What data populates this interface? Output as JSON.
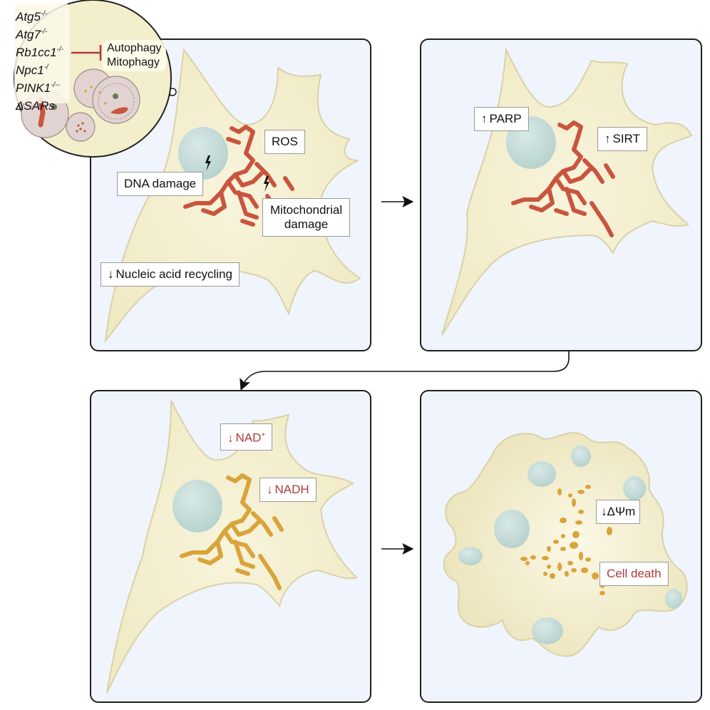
{
  "figure": {
    "colors": {
      "panel_bg": "#f0f4fc",
      "panel_border": "#1f1f1f",
      "cell_fill": "#f3eecb",
      "cell_stroke": "#d9d2a8",
      "nucleus": "#c5dcd8",
      "mito_healthy": "#c9553f",
      "mito_depleted": "#d9a43a",
      "inhibit_bar": "#b0393b",
      "red_text": "#b0393b"
    },
    "inset": {
      "genotypes": [
        {
          "name": "Atg5",
          "sup": "-/-"
        },
        {
          "name": "Atg7",
          "sup": "-/-"
        },
        {
          "name": "Rb1cc1",
          "sup": "-/-"
        },
        {
          "name": "Npc1",
          "sup": "-/"
        },
        {
          "name": "PINK1",
          "sup": "-/--"
        },
        {
          "name": "ΔSARs",
          "sup": ""
        }
      ],
      "inhibition_icon": "inhibition-bar-icon",
      "targets": [
        "Autophagy",
        "Mitophagy"
      ]
    },
    "panels": [
      {
        "id": "panel-1",
        "stage": "autophagy-deficient cell",
        "mitochondria_state": "healthy-red",
        "labels": [
          {
            "text": "ROS",
            "arrow": ""
          },
          {
            "text": "DNA damage",
            "arrow": ""
          },
          {
            "text": "Mitochondrial",
            "arrow": ""
          },
          {
            "text": "damage",
            "arrow": ""
          },
          {
            "text": "Nucleic acid recycling",
            "arrow": "↓"
          }
        ],
        "icons": [
          "lightning-bolt-icon",
          "lightning-bolt-icon"
        ]
      },
      {
        "id": "panel-2",
        "stage": "enzyme activation",
        "mitochondria_state": "healthy-red",
        "labels": [
          {
            "text": "PARP",
            "arrow": "↑"
          },
          {
            "text": "SIRT",
            "arrow": "↑"
          }
        ]
      },
      {
        "id": "panel-3",
        "stage": "NAD depletion",
        "mitochondria_state": "depleted-yellow",
        "labels": [
          {
            "text": "NAD",
            "sup": "+",
            "arrow": "↓"
          },
          {
            "text": "NADH",
            "arrow": "↓"
          }
        ]
      },
      {
        "id": "panel-4",
        "stage": "cell death",
        "mitochondria_state": "fragmented-yellow",
        "labels": [
          {
            "text": "ΔΨm",
            "arrow": "↓"
          },
          {
            "text": "Cell death",
            "arrow": ""
          }
        ]
      }
    ],
    "connectors": [
      {
        "from": "panel-1",
        "to": "panel-2",
        "icon": "arrow-right-icon"
      },
      {
        "from": "panel-2",
        "to": "panel-3",
        "icon": "curved-arrow-icon"
      },
      {
        "from": "panel-3",
        "to": "panel-4",
        "icon": "arrow-right-icon"
      }
    ]
  }
}
